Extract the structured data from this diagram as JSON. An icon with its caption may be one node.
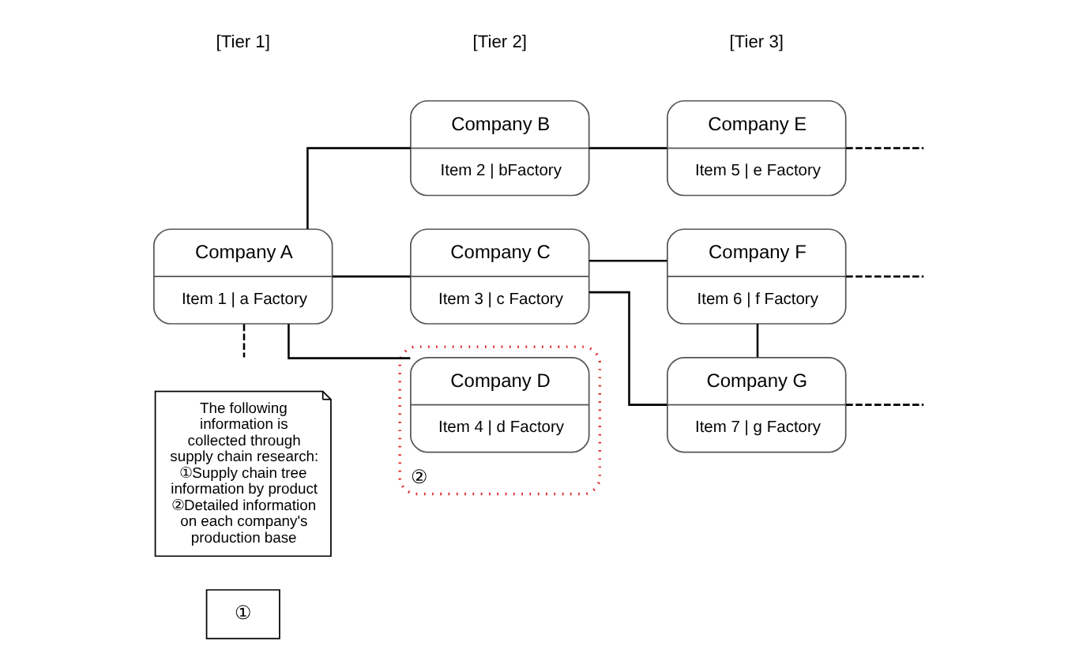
{
  "diagram": {
    "nodes": [
      {
        "text": [
          "Company A",
          "Item 1 | a Factory"
        ]
      },
      {
        "text": [
          "Company B",
          "Item 2 | bFactory"
        ]
      },
      {
        "text": [
          "Company E",
          "Item 5 | e Factory"
        ]
      },
      {
        "text": [
          "The following information is collected through supply chain research:",
          "①Supply chain tree information by product",
          "②Detailed information on each company's production base"
        ]
      },
      {
        "text": [
          "Company C",
          "Item 3 | c Factory"
        ]
      },
      {
        "text": [
          "Company F",
          "Item 6 | f Factory"
        ]
      },
      {
        "text": [
          "Company G",
          "Item 7 | g Factory"
        ]
      },
      {
        "text": [
          "②"
        ]
      },
      {
        "text": [
          "Company D",
          "Item 4 | d Factory"
        ],
        "in": 7
      },
      {
        "text": [
          "①"
        ]
      }
    ],
    "edges": [
      {
        "from": 0,
        "to": 1,
        "arrow": "none"
      },
      {
        "from": 0,
        "to": 4,
        "arrow": "none"
      },
      {
        "from": 0,
        "to": 8,
        "arrow": "none"
      },
      {
        "from": 0,
        "to": null,
        "arrow": "none",
        "style": "dashed"
      },
      {
        "from": 1,
        "to": 2,
        "arrow": "none"
      },
      {
        "from": 4,
        "to": 5,
        "arrow": "none"
      },
      {
        "from": 4,
        "to": 6,
        "arrow": "none"
      },
      {
        "from": 5,
        "to": 6,
        "arrow": "none"
      },
      {
        "from": 2,
        "to": null,
        "arrow": "none",
        "style": "dashed"
      },
      {
        "from": 5,
        "to": null,
        "arrow": "none",
        "style": "dashed"
      },
      {
        "from": 6,
        "to": null,
        "arrow": "none",
        "style": "dashed"
      }
    ],
    "labels": [
      "[Tier 1]",
      "[Tier 2]",
      "[Tier 3]"
    ]
  }
}
